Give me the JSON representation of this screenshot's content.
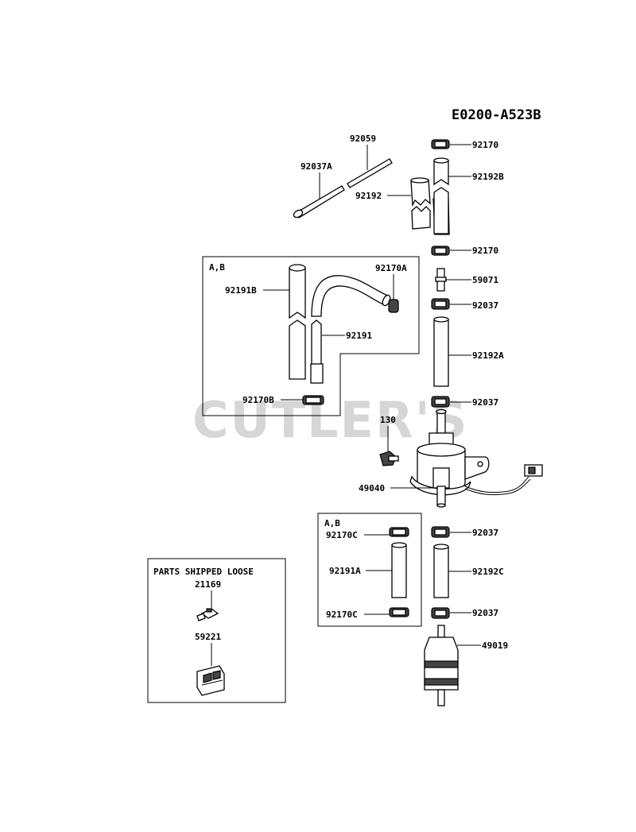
{
  "diagram": {
    "code": "E0200-A523B",
    "watermark": "CUTLER'S",
    "groups": {
      "ab_upper": "A,B",
      "ab_lower": "A,B",
      "loose": "PARTS SHIPPED LOOSE"
    },
    "labels": {
      "p92059": "92059",
      "p92037A": "92037A",
      "p92192": "92192",
      "p92170_top": "92170",
      "p92192B": "92192B",
      "p92170_2": "92170",
      "p59071": "59071",
      "p92037_1": "92037",
      "p92192A": "92192A",
      "p92037_2": "92037",
      "p92170A": "92170A",
      "p92191B": "92191B",
      "p92191": "92191",
      "p92170B": "92170B",
      "p130": "130",
      "p49040": "49040",
      "p92170C_1": "92170C",
      "p92191A": "92191A",
      "p92170C_2": "92170C",
      "p92037_3": "92037",
      "p92192C": "92192C",
      "p92037_4": "92037",
      "p49019": "49019",
      "p21169": "21169",
      "p59221": "59221"
    }
  }
}
